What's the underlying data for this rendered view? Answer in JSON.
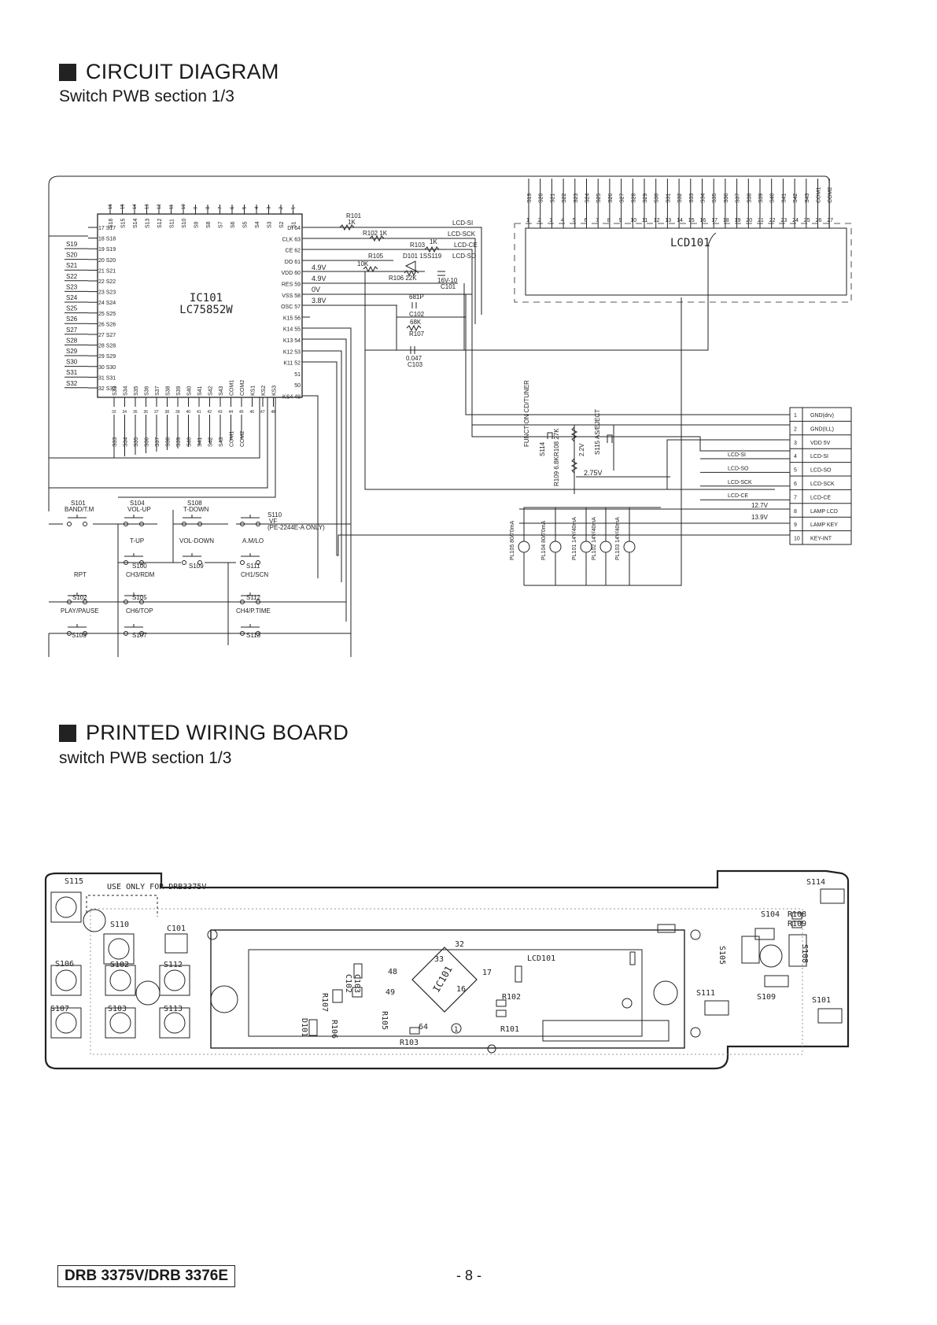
{
  "section1": {
    "title": "CIRCUIT DIAGRAM",
    "subtitle": "Switch PWB section 1/3"
  },
  "section2": {
    "title": "PRINTED WIRING BOARD",
    "subtitle": "switch PWB section 1/3"
  },
  "footer": {
    "model": "DRB 3375V/DRB 3376E",
    "page": "- 8 -"
  },
  "ic": {
    "ref": "IC101",
    "part": "LC75852W",
    "top_pins": [
      "16",
      "15",
      "14",
      "13",
      "12",
      "11",
      "10",
      "9",
      "8",
      "7",
      "6",
      "5",
      "4",
      "3",
      "2",
      "1"
    ],
    "top_labels": [
      "S16",
      "S15",
      "S14",
      "S13",
      "S12",
      "S11",
      "S10",
      "S9",
      "S8",
      "S7",
      "S6",
      "S5",
      "S4",
      "S3",
      "S2",
      "S1"
    ],
    "left_pins": [
      "17 S17",
      "18 S18",
      "19 S19",
      "20 S20",
      "21 S21",
      "22 S22",
      "23 S23",
      "24 S24",
      "25 S25",
      "26 S26",
      "27 S27",
      "28 S28",
      "29 S29",
      "30 S30",
      "31 S31",
      "32 S32"
    ],
    "left_nets": [
      "S19",
      "S20",
      "S21",
      "S22",
      "S23",
      "S24",
      "S25",
      "S26",
      "S27",
      "S28",
      "S29",
      "S30",
      "S31",
      "S32"
    ],
    "right_pins": [
      "DI 64",
      "CLK 63",
      "CE 62",
      "DO 61",
      "VDD 60",
      "RES 59",
      "VSS 58",
      "OSC 57",
      "K15 56",
      "K14 55",
      "K13 54",
      "K12 53",
      "K11 52",
      "51",
      "50",
      "KS4 49"
    ],
    "bottom_labels": [
      "S33",
      "S34",
      "S35",
      "S36",
      "S37",
      "S38",
      "S39",
      "S40",
      "S41",
      "S42",
      "S43",
      "COM1",
      "COM2",
      "KS1",
      "KS2",
      "KS3"
    ],
    "bottom_pins": [
      "33",
      "34",
      "35",
      "36",
      "37",
      "38",
      "39",
      "40",
      "41",
      "42",
      "43",
      "44",
      "45",
      "46",
      "47",
      "48"
    ],
    "bottom_nets": [
      "S33",
      "S34",
      "S35",
      "S36",
      "S37",
      "S38",
      "S39",
      "S40",
      "S41",
      "S42",
      "S43",
      "COM1",
      "COM2"
    ]
  },
  "components": {
    "r101": "R101",
    "r101_val": "1K",
    "r102": "R102 1K",
    "r103": "R103",
    "r103_val": "1K",
    "r105": "R105",
    "r105_val": "10K",
    "r106": "R106 22K",
    "d101": "D101 1SS119",
    "c101": "16V-10",
    "c101_ref": "C101",
    "c102_val": "681P",
    "c102_ref": "C102",
    "r107_val": "68K",
    "r107_ref": "R107",
    "c103_val": "0.047",
    "c103_ref": "C103",
    "v_49a": "4.9V",
    "v_49b": "4.9V",
    "v_0": "0V",
    "v_38": "3.8V",
    "lcd_si": "LCD-SI",
    "lcd_sck": "LCD-SCK",
    "lcd_ce": "LCD-CE",
    "lcd_so": "LCD-SO"
  },
  "lcd": {
    "ref": "LCD101",
    "segments": [
      "S19",
      "S20",
      "S21",
      "S22",
      "S23",
      "S24",
      "S25",
      "S26",
      "S27",
      "S28",
      "S29",
      "S30",
      "S31",
      "S32",
      "S33",
      "S34",
      "S35",
      "S36",
      "S37",
      "S38",
      "S39",
      "S40",
      "S41",
      "S42",
      "S43",
      "COM1",
      "COM2"
    ],
    "pins": [
      "1",
      "2",
      "3",
      "4",
      "5",
      "6",
      "7",
      "8",
      "9",
      "10",
      "11",
      "12",
      "13",
      "14",
      "15",
      "16",
      "17",
      "18",
      "19",
      "20",
      "21",
      "22",
      "23",
      "24",
      "25",
      "26",
      "27"
    ]
  },
  "connector": {
    "pins": [
      "1",
      "2",
      "3",
      "4",
      "5",
      "6",
      "7",
      "8",
      "9",
      "10"
    ],
    "labels": [
      "GND(drv)",
      "GND(ILL)",
      "VDD 5V",
      "LCD-SI",
      "LCD-SO",
      "LCD-SCK",
      "LCD-CE",
      "LAMP LCD",
      "LAMP KEY",
      "KEY-INT"
    ],
    "nets": [
      "LCD-SI",
      "LCD-SO",
      "LCD-SCK",
      "LCD-CE"
    ],
    "v127": "12.7V",
    "v139": "13.9V"
  },
  "mid": {
    "s114_label": "FUNCTION CD/TUNER",
    "s114": "S114",
    "r108": "R108 27K",
    "v22": "2.2V",
    "r109": "R109 6.8K",
    "s115": "S115 AS/EJECT",
    "v275": "2.75V",
    "lamps": [
      "PL105 80/70mA",
      "PL104 80/70mA",
      "PL101 14V/40mA",
      "PL102 14V/40mA",
      "PL103 14V/40mA"
    ]
  },
  "switches": {
    "s101": "S101",
    "s101_fn": "BAND/T.M",
    "s104": "S104",
    "s104_fn": "VOL-UP",
    "s108": "S108",
    "s108_fn": "T-DOWN",
    "s110": "S110",
    "s110_fn": "VF",
    "s110_note": "(PE-2244E-A ONLY)",
    "s100_fn": "T-UP",
    "s100": "S100",
    "s109_fn": "VOL-DOWN",
    "s109": "S109",
    "s111_fn": "A.M/LO",
    "s111": "S111",
    "s102_fn": "RPT",
    "s102": "S102",
    "s105_fn": "CH3/RDM",
    "s105": "S105",
    "s112_fn": "CH1/SCN",
    "s112": "S112",
    "s103_fn": "PLAY/PAUSE",
    "s103": "S103",
    "s107_fn": "CH6/TOP",
    "s107": "S107",
    "s113_fn": "CH4/P.TIME",
    "s113": "S113"
  },
  "pwb": {
    "note": "USE ONLY FOR DRB3375V",
    "labels": {
      "s115": "S115",
      "s110": "S110",
      "c101": "C101",
      "s106": "S106",
      "s102": "S102",
      "s112": "S112",
      "s107": "S107",
      "s103": "S103",
      "s113": "S113",
      "lcd101": "LCD101",
      "ic101": "IC101",
      "p33": "33",
      "p48": "48",
      "p49": "49",
      "p17": "17",
      "p16": "16",
      "p32": "32",
      "p64": "64",
      "p1": "1",
      "c102": "C102",
      "c103": "C103",
      "r107": "R107",
      "r106": "R106",
      "d101": "D101",
      "r105": "R105",
      "r102": "R102",
      "r101": "R101",
      "r103": "R103",
      "s114": "S114",
      "s104": "S104",
      "r108": "R108",
      "r109": "R109",
      "s105": "S105",
      "s108": "S108",
      "s111": "S111",
      "s109": "S109",
      "s101": "S101"
    }
  }
}
